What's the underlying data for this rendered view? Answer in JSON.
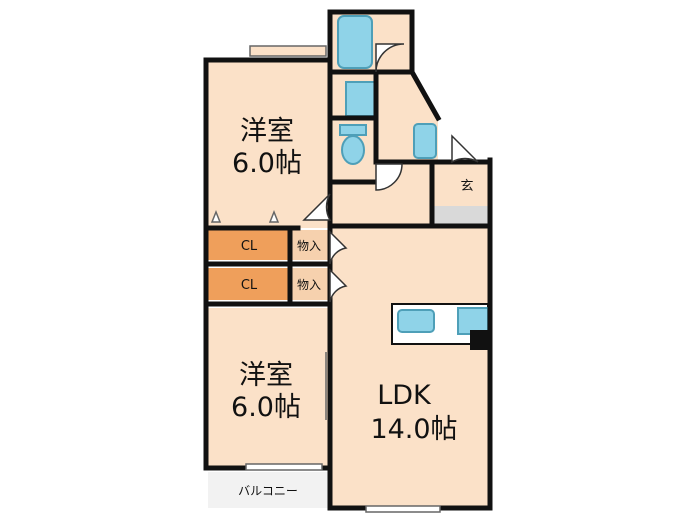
{
  "rooms": {
    "western_top": {
      "name": "洋室",
      "size": "6.0帖"
    },
    "western_bottom": {
      "name": "洋室",
      "size": "6.0帖"
    },
    "ldk": {
      "name": "LDK",
      "size": "14.0帖"
    },
    "closet_top": "CL",
    "closet_bottom": "CL",
    "storage_top": "物入",
    "storage_bottom": "物入",
    "entrance": "玄",
    "balcony": "バルコニー"
  },
  "colors": {
    "room_fill": "#fbe1c8",
    "closet_fill": "#ef9f5b",
    "storage_fill": "#f6d1ae",
    "fixture_fill": "#8fd3e8",
    "fixture_stroke": "#4e9fb8",
    "entrance_floor": "#d9d9d9",
    "wall": "#111111"
  }
}
